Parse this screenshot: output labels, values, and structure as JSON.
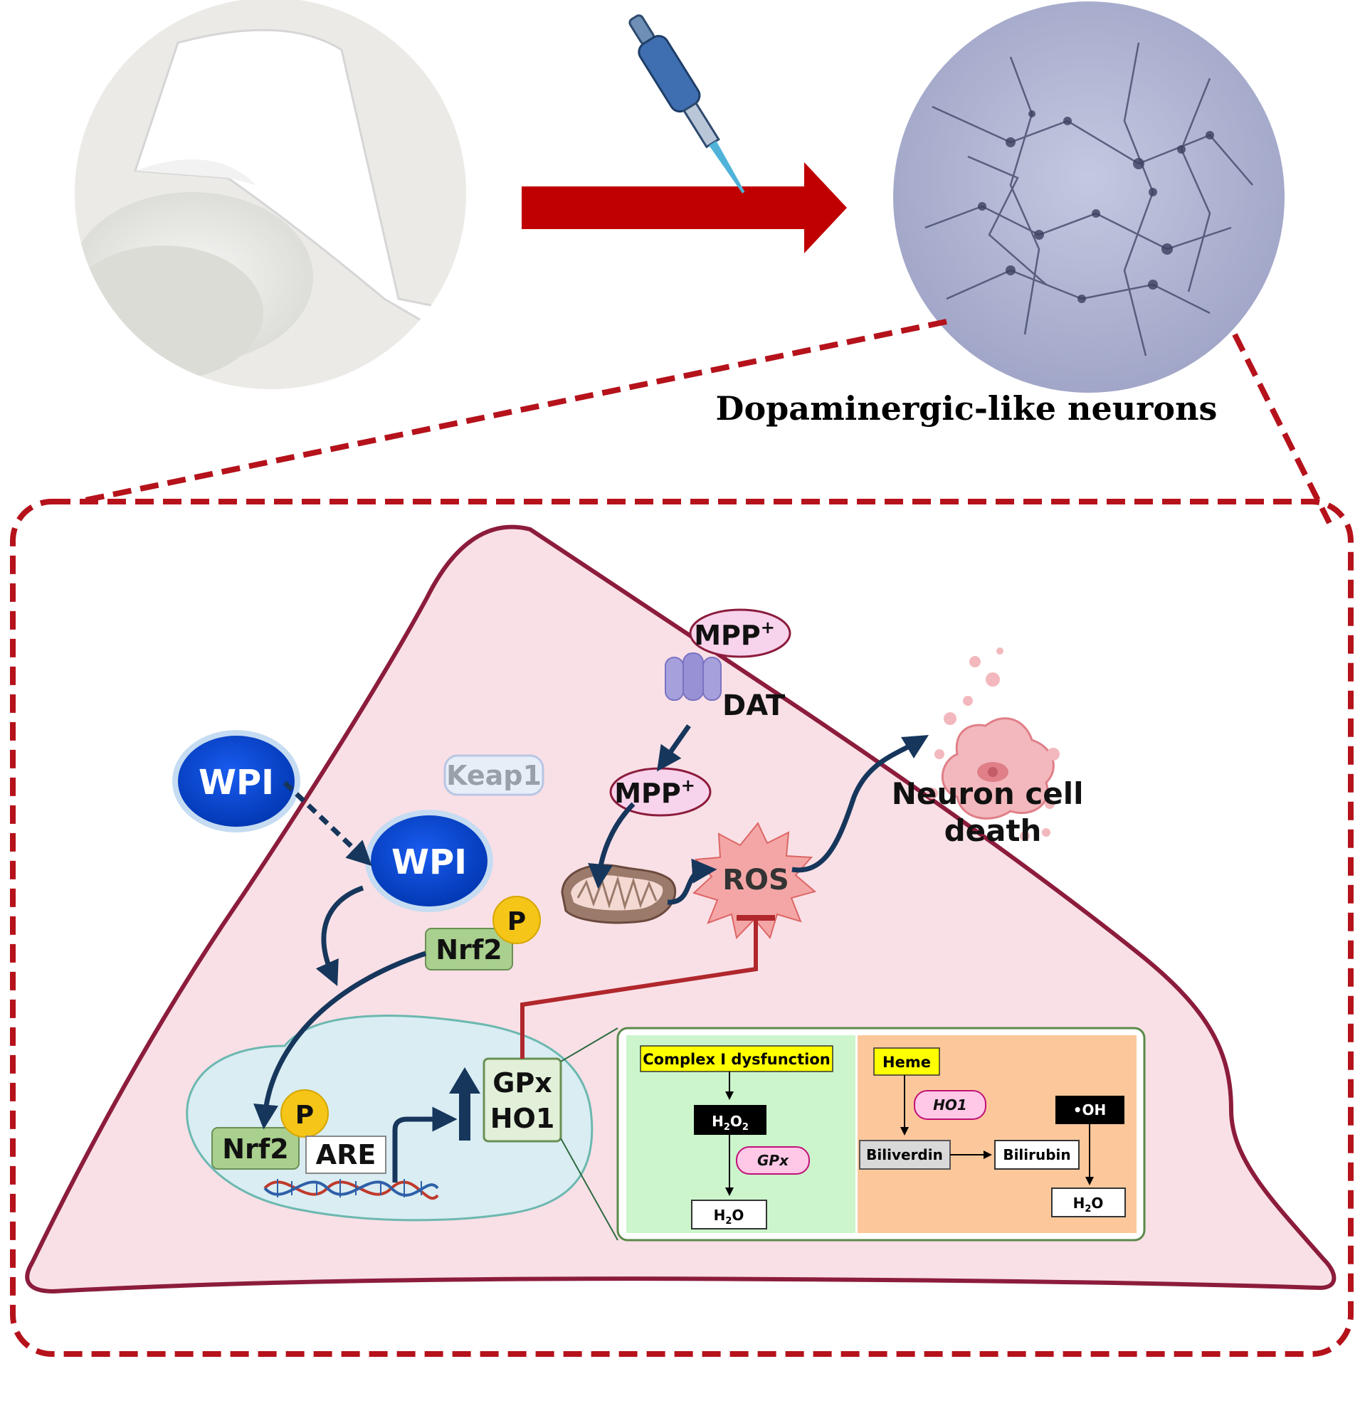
{
  "caption": "Dopaminergic-like neurons",
  "labels": {
    "wpi_outer": "WPI",
    "wpi_inner": "WPI",
    "keap1": "Keap1",
    "p_cyto": "P",
    "nrf2_cyto": "Nrf2",
    "p_nuc": "P",
    "nrf2_nuc": "Nrf2",
    "are": "ARE",
    "gpx": "GPx",
    "ho1": "HO1",
    "mpp_out": "MPP",
    "mpp_out_sup": "+",
    "dat": "DAT",
    "mpp_in": "MPP",
    "mpp_in_sup": "+",
    "ros": "ROS",
    "death_line1": "Neuron cell",
    "death_line2": "death"
  },
  "inset": {
    "complex": "Complex I dysfunction",
    "h2o2_base": "H",
    "h2o2_sub1": "2",
    "h2o2_mid": "O",
    "h2o2_sub2": "2",
    "gpx": "GPx",
    "h2o_left_base": "H",
    "h2o_left_sub": "2",
    "h2o_left_end": "O",
    "heme": "Heme",
    "ho1": "HO1",
    "biliverdin": "Biliverdin",
    "bilirubin": "Bilirubin",
    "oh": "•OH",
    "h2o_right_base": "H",
    "h2o_right_sub": "2",
    "h2o_right_end": "O"
  },
  "colors": {
    "arrow_red": "#c00000",
    "dashed_red": "#b5121b",
    "cell_fill": "#f9e0e6",
    "cell_border": "#8c1c3c",
    "nucleus_fill": "#d9edf2",
    "nucleus_border": "#6cb8b0",
    "wpi_blue": "#0044cc",
    "navy_arrow": "#16365c",
    "nrf2_green": "#a9d08e",
    "p_yellow": "#f5c518",
    "mpp_pink": "#f8d3ec",
    "ros_burst": "#f4a6a6",
    "inset_green": "#ccf5cc",
    "inset_orange": "#fcc89b",
    "highlight_yellow": "#ffff00",
    "enzyme_pink": "#ffc8e6"
  }
}
